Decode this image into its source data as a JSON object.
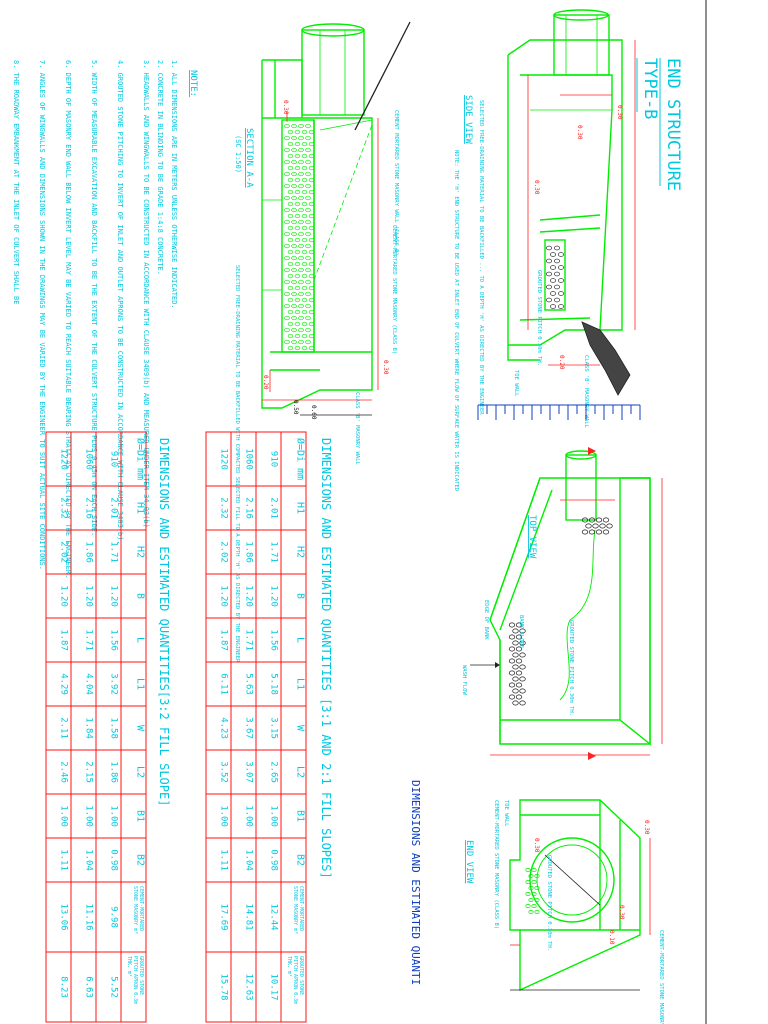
{
  "header": {
    "title": "END STRUCTURE",
    "type": "TYPE-B",
    "subtitle": "DIMENSIONS AND ESTIMATED QUANTI"
  },
  "views": {
    "side_view": "SIDE VIEW",
    "section": "SECTION A-A",
    "section_scale": "(SC 1:50)",
    "top_view": "TOP VIEW",
    "end_view": "END VIEW"
  },
  "labels": {
    "cement_mortared_wall": "CEMENT MORTARED STONE MASONRY WALL (CLASS B)",
    "cement_mortared_short": "CEMENT-MORTARED STONE MASONRY (CLASS B)",
    "grouted_stone": "GROUTED STONE PITCH 0.30m TH.",
    "toe_wall": "TOE WALL",
    "class_b_wall": "CLASS 'B' MASONRY WALL",
    "class_b_wall2": "CLASS 'B' MASONRY WALL",
    "selected_backfill": "SELECTED FREE-DRAINING MATERIAL TO BE BACKFILLED WITH COMPACTED SELECTED FILL TO A DEPTH 'H' AS DIRECTED BY THE ENGINEER",
    "selected_backfill2": "SELECTED FREE-DRAINING MATERIAL TO BE BACKFILLED ... TO A DEPTH 'H' AS DIRECTED BY THE ENGINEER",
    "note_inner": "NOTE: THE 'H' END STRUCTURE TO BE USED AT INLET END OF CULVERT WHERE FLOW OF SURFACE WATER IS INDICATED",
    "edge_of_bank": "EDGE OF BANK",
    "depth_of_bed": "DEPTH OF BED",
    "wash_flow": "WASH FLOW",
    "bank_slope": "BANK SLOPE",
    "dims": {
      "d030": "0.30",
      "d050": "0.50",
      "d060": "0.60",
      "d020": "0.20",
      "d010": "0.10"
    }
  },
  "notes": {
    "heading": "NOTE:",
    "items": [
      "1. ALL DIMENSIONS ARE IN METERS UNLESS OTHERWISE INDICATED.",
      "2. CONCRETE IN BLINDING TO BE GRADE 1:4:8 CONCRETE.",
      "3. HEADWALLS AND WINGWALLS TO BE CONSTRUCTED IN ACCORDANCE WITH CLAUSE 3409(b) AND MEASURED UNDER ITEM 34.03(b).",
      "4. GROUTED STONE PITCHING TO INVERT OF INLET AND OUTLET APRONS TO BE CONSTRUCTED IN ACCORDANCE WITH CLAUSE 3403(b).",
      "5. WIDTH OF MEASURABLE EXCAVATION AND BACKFILL TO BE THE EXTENT OF THE CULVERT STRUCTURE PLUS 0.45m ON EACH SIDE.",
      "6. DEPTH OF MASONRY END WALL BELOW INVERT LEVEL MAY BE VARIED TO REACH SUITABLE BEARING STRATA AS DIRECTED BY THE ENGINEER.",
      "7. ANGLES OF WINGWALLS AND DIMENSIONS SHOWN IN THE DRAWINGS MAY BE VARIED BY THE ENGINEER TO SUIT ACTUAL SITE CONDITIONS.",
      "8. THE ROADWAY EMBANKMENT AT THE INLET OF CULVERT SHALL BE"
    ]
  },
  "table1": {
    "title": "DIMENSIONS AND ESTIMATED QUANTITIES [3:1 AND 2:1 FILL SLOPES]",
    "headers": [
      "Ø=Di mm",
      "H1",
      "H2",
      "B",
      "L",
      "L1",
      "W",
      "L2",
      "B1",
      "B2",
      "CEMENT-MORTARED STONE MASONRY m³",
      "GROUTED STONE PITCH APRON 0.3m THK. m²"
    ],
    "rows": [
      [
        "910",
        "2.01",
        "1.71",
        "1.20",
        "1.56",
        "5.18",
        "3.15",
        "2.65",
        "1.00",
        "0.98",
        "12.44",
        "10.17"
      ],
      [
        "1060",
        "2.16",
        "1.86",
        "1.20",
        "1.71",
        "5.63",
        "3.67",
        "3.07",
        "1.00",
        "1.04",
        "14.81",
        "12.63"
      ],
      [
        "1220",
        "2.32",
        "2.02",
        "1.20",
        "1.87",
        "6.11",
        "4.23",
        "3.52",
        "1.00",
        "1.11",
        "17.69",
        "15.78"
      ]
    ]
  },
  "table2": {
    "title": "DIMENSIONS AND ESTIMATED QUANTITIES[3:2 FILL SLOPE]",
    "headers": [
      "Ø=Di mm",
      "H1",
      "H2",
      "B",
      "L",
      "L1",
      "W",
      "L2",
      "B1",
      "B2",
      "CEMENT-MORTARED STONE MASONRY m³",
      "GROUTED STONE PITCH APRON 0.3m THK. m²"
    ],
    "rows": [
      [
        "910",
        "2.01",
        "1.71",
        "1.20",
        "1.56",
        "3.92",
        "1.58",
        "1.86",
        "1.00",
        "0.98",
        "9.98",
        "5.52"
      ],
      [
        "1060",
        "2.16",
        "1.86",
        "1.20",
        "1.71",
        "4.04",
        "1.84",
        "2.15",
        "1.00",
        "1.04",
        "11.16",
        "6.63"
      ],
      [
        "1220",
        "2.32",
        "2.02",
        "1.20",
        "1.87",
        "4.29",
        "2.11",
        "2.46",
        "1.00",
        "1.11",
        "13.06",
        "8.23"
      ]
    ]
  },
  "colors": {
    "line": "#00ee00",
    "dim": "#ff2222",
    "label": "#00c8e0",
    "table": "#ff1010",
    "dark": "#444444"
  }
}
